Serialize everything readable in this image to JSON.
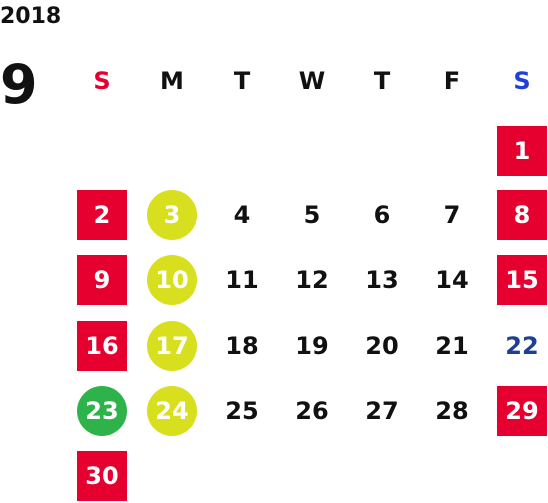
{
  "calendar": {
    "year": "2018",
    "month": "9",
    "weekday_headers": [
      {
        "label": "S",
        "color": "#e6002f"
      },
      {
        "label": "M",
        "color": "#111111"
      },
      {
        "label": "T",
        "color": "#111111"
      },
      {
        "label": "W",
        "color": "#111111"
      },
      {
        "label": "T",
        "color": "#111111"
      },
      {
        "label": "F",
        "color": "#111111"
      },
      {
        "label": "S",
        "color": "#1f3fd6"
      }
    ],
    "days": [
      {
        "day": "1",
        "style": "red"
      },
      {
        "day": "2",
        "style": "red"
      },
      {
        "day": "3",
        "style": "yellow"
      },
      {
        "day": "4",
        "style": "plain"
      },
      {
        "day": "5",
        "style": "plain"
      },
      {
        "day": "6",
        "style": "plain"
      },
      {
        "day": "7",
        "style": "plain"
      },
      {
        "day": "8",
        "style": "red"
      },
      {
        "day": "9",
        "style": "red"
      },
      {
        "day": "10",
        "style": "yellow"
      },
      {
        "day": "11",
        "style": "plain"
      },
      {
        "day": "12",
        "style": "plain"
      },
      {
        "day": "13",
        "style": "plain"
      },
      {
        "day": "14",
        "style": "plain"
      },
      {
        "day": "15",
        "style": "red"
      },
      {
        "day": "16",
        "style": "red"
      },
      {
        "day": "17",
        "style": "yellow"
      },
      {
        "day": "18",
        "style": "plain"
      },
      {
        "day": "19",
        "style": "plain"
      },
      {
        "day": "20",
        "style": "plain"
      },
      {
        "day": "21",
        "style": "plain"
      },
      {
        "day": "22",
        "style": "blue"
      },
      {
        "day": "23",
        "style": "green"
      },
      {
        "day": "24",
        "style": "yellow"
      },
      {
        "day": "25",
        "style": "plain"
      },
      {
        "day": "26",
        "style": "plain"
      },
      {
        "day": "27",
        "style": "plain"
      },
      {
        "day": "28",
        "style": "plain"
      },
      {
        "day": "29",
        "style": "red"
      },
      {
        "day": "30",
        "style": "red"
      }
    ],
    "colors": {
      "red": "#e6002f",
      "yellow": "#d7df1f",
      "green": "#2eb34a",
      "blue": "#1f3f97",
      "text": "#111111"
    }
  }
}
